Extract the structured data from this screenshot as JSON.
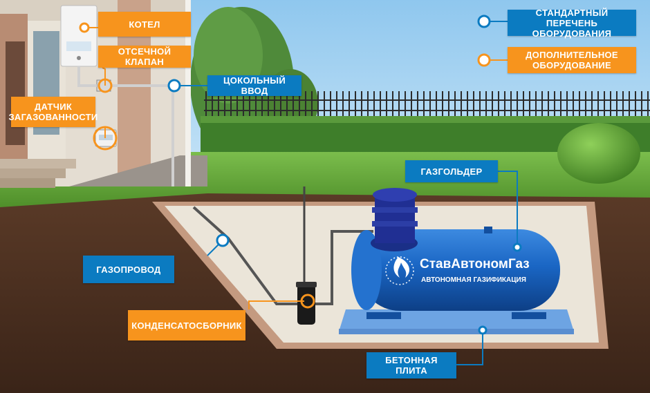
{
  "legend": {
    "standard": "Стандартный перечень оборудования",
    "additional": "Дополнительное оборудование"
  },
  "labels": {
    "boiler": "Котел",
    "shutoff_valve": "Отсечной клапан",
    "gas_sensor_line1": "Датчик",
    "gas_sensor_line2": "загазованности",
    "basement_entry": "Цокольный ввод",
    "gas_holder": "Газгольдер",
    "gas_pipeline": "Газопровод",
    "condensate_collector": "Конденсатосборник",
    "concrete_slab": "Бетонная плита"
  },
  "brand": {
    "name": "СтавАвтономГаз",
    "tagline": "Автономная газификация"
  },
  "colors": {
    "standard": "#0b7bc1",
    "additional": "#f7941d",
    "tank": "#1a66c4"
  }
}
